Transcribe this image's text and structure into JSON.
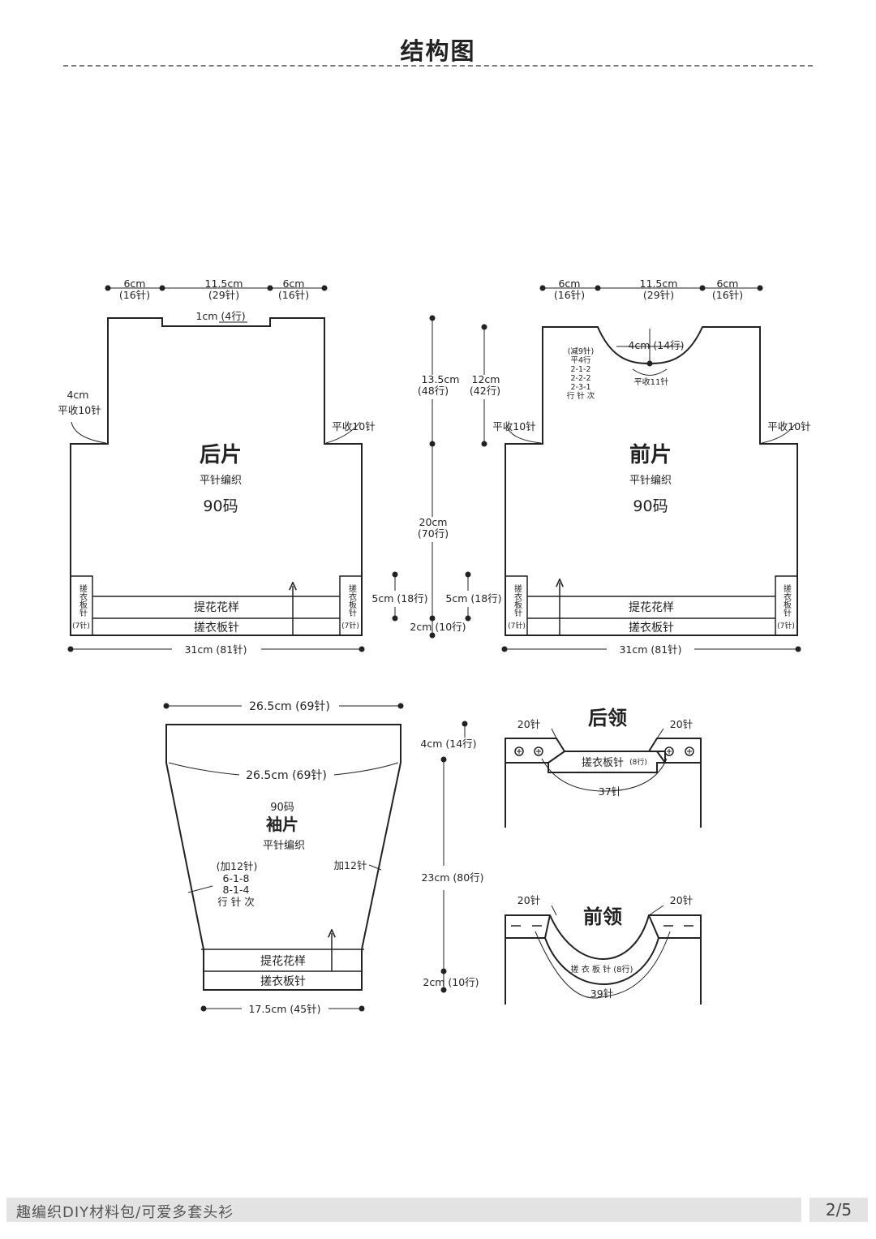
{
  "page": {
    "title": "结构图"
  },
  "back": {
    "title": "后片",
    "stitch": "平针编织",
    "size": "90码",
    "top_left_cm": "6cm",
    "top_left_st": "(16针)",
    "top_mid_cm": "11.5cm",
    "top_mid_st": "(29针)",
    "top_right_cm": "6cm",
    "top_right_st": "(16针)",
    "neck_depth": "1cm (4行)",
    "armhole_cm": "4cm",
    "bindoff_left": "平收10针",
    "bindoff_right": "平收10针",
    "band_label": "搓衣板针",
    "band_st": "(7针)",
    "pattern_label": "提花花样",
    "rib_label": "搓衣板针",
    "width": "31cm (81针)"
  },
  "front": {
    "title": "前片",
    "stitch": "平针编织",
    "size": "90码",
    "top_left_cm": "6cm",
    "top_left_st": "(16针)",
    "top_mid_cm": "11.5cm",
    "top_mid_st": "(29针)",
    "top_right_cm": "6cm",
    "top_right_st": "(16针)",
    "neck_depth": "4cm (14行)",
    "neck_note": [
      "(减9针)",
      "平4行",
      "2-1-2",
      "2-2-2",
      "2-3-1",
      "行 针 次"
    ],
    "neck_bindoff": "平收11针",
    "bindoff_left": "平收10针",
    "bindoff_right": "平收10针",
    "band_label": "搓衣板针",
    "band_st": "(7针)",
    "pattern_label": "提花花样",
    "rib_label": "搓衣板针",
    "width": "31cm (81针)"
  },
  "body_measures": {
    "armhole_back": "13.5cm",
    "armhole_back_rows": "(48行)",
    "armhole_front": "12cm",
    "armhole_front_rows": "(42行)",
    "body": "20cm",
    "body_rows": "(70行)",
    "pattern_left": "5cm (18行)",
    "pattern_right": "5cm (18行)",
    "rib": "2cm (10行)"
  },
  "sleeve": {
    "title": "袖片",
    "size": "90码",
    "stitch": "平针编织",
    "top_width": "26.5cm (69针)",
    "inner_width": "26.5cm (69针)",
    "increase_note": [
      "(加12针)",
      "6-1-8",
      "8-1-4",
      "行 针 次"
    ],
    "increase_right": "加12针",
    "pattern_label": "提花花样",
    "rib_label": "搓衣板针",
    "bottom_width": "17.5cm (45针)",
    "cap": "4cm (14行)",
    "length": "23cm (80行)",
    "rib_height": "2cm (10行)"
  },
  "back_collar": {
    "title": "后领",
    "left_st": "20针",
    "right_st": "20针",
    "band": "搓衣板针",
    "band_rows": "(8行)",
    "pickup": "37针"
  },
  "front_collar": {
    "title": "前领",
    "left_st": "20针",
    "right_st": "20针",
    "band": "搓 衣 板 针 (8行)",
    "pickup": "39针"
  },
  "footer": {
    "text": "趣编织DIY材料包/可爱多套头衫",
    "page_number": "2/5"
  },
  "colors": {
    "line": "#222222",
    "footer_bg": "#e3e3e3"
  }
}
